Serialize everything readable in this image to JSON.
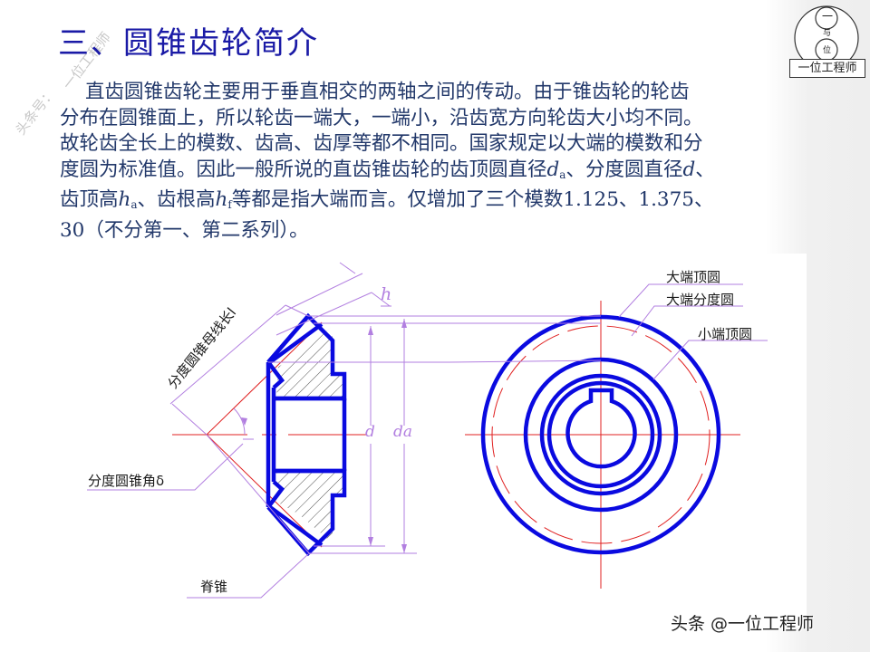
{
  "slide": {
    "title": "三、圆锥齿轮简介",
    "watermark_lines": [
      "一位工程师",
      "头条号："
    ],
    "logo": {
      "top_char": "一",
      "middle_char": "与",
      "bottom_char": "位",
      "label": "一位工程师"
    },
    "paragraph": {
      "line1": "直齿圆锥齿轮主要用于垂直相交的两轴之间的传动。由于锥齿轮的轮齿",
      "line2": "分布在圆锥面上，所以轮齿一端大，一端小，沿齿宽方向轮齿大小均不同。",
      "line3": "故轮齿全长上的模数、齿高、齿厚等都不相同。国家规定以大端的模数和分",
      "line4_a": "度圆为标准值。因此一般所说的直齿锥齿轮的齿顶圆直径",
      "line4_sym1": "d",
      "line4_sub1": "a",
      "line4_b": "、分度圆直径",
      "line4_sym2": "d",
      "line4_c": "、",
      "line5_a": "齿顶高",
      "line5_sym1": "h",
      "line5_sub1": "a",
      "line5_b": "、齿根高",
      "line5_sym2": "h",
      "line5_sub2": "f",
      "line5_c": "等都是指大端而言。仅增加了三个模数1.125、1.375、",
      "line6": "30（不分第一、第二系列）。"
    },
    "diagram": {
      "labels": {
        "pitch_cone_generatrix": "分度圆锥母线长l",
        "h": "h",
        "d": "d",
        "da": "da",
        "pitch_cone_angle": "分度圆锥角δ",
        "back_cone": "脊锥",
        "large_end_tip_circle": "大端顶圆",
        "large_end_pitch_circle": "大端分度圆",
        "small_end_tip_circle": "小端顶圆"
      },
      "colors": {
        "outline": "#0a0ae0",
        "centerline": "#e02020",
        "dimension": "#b27fe0",
        "leader": "#b27fe0"
      }
    },
    "footer_watermark": "头条 @一位工程师"
  }
}
